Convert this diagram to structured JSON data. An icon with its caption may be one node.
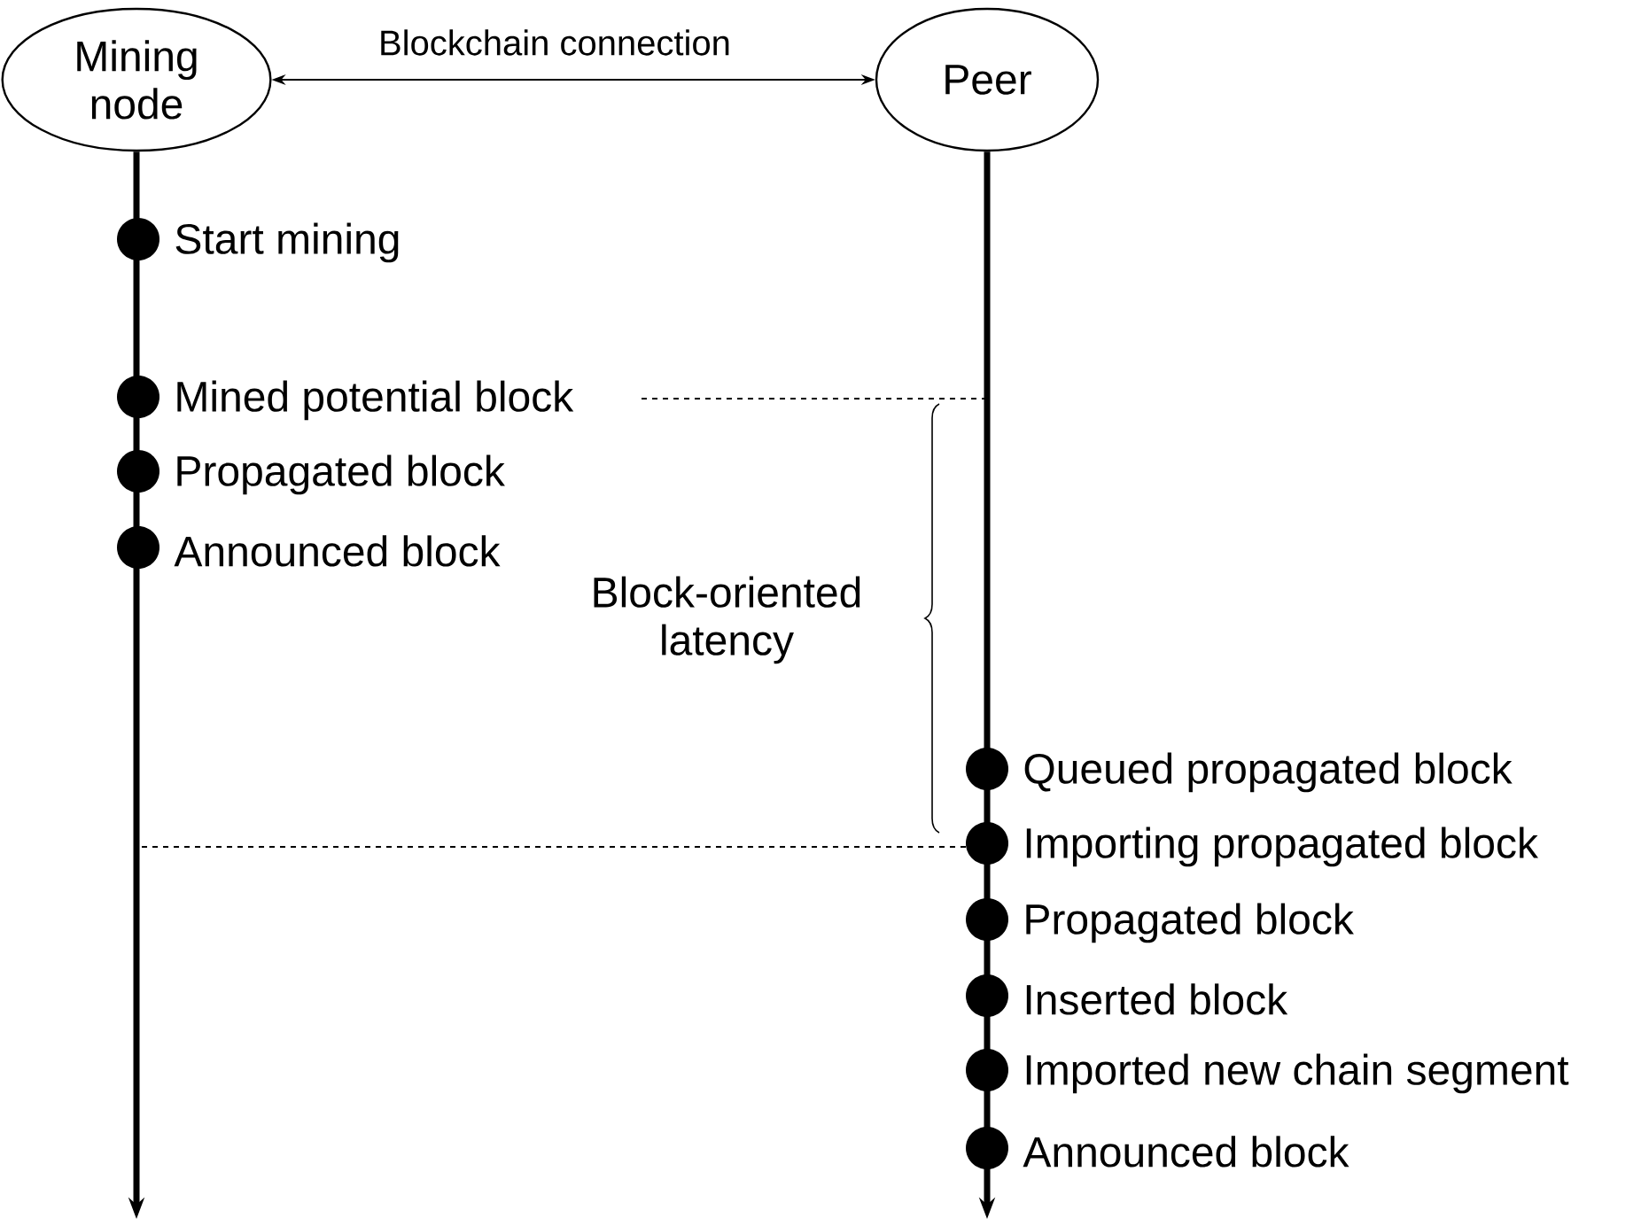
{
  "diagram": {
    "nodes": [
      {
        "text": [
          "Mining node"
        ]
      },
      {
        "text": [
          "Peer"
        ]
      }
    ],
    "edges": [
      {
        "from": 0,
        "to": 1,
        "arrow": "both",
        "label": "Blockchain connection"
      },
      {
        "from": 0,
        "to": null,
        "arrow": "to"
      },
      {
        "from": 1,
        "to": null,
        "arrow": "to"
      }
    ],
    "labels": [
      "Start mining",
      "Mined potential block",
      "Propagated block",
      "Announced block",
      "Block-oriented latency",
      "Queued propagated block",
      "Importing propagated block",
      "Propagated block",
      "Inserted block",
      "Imported new chain segment",
      "Announced block"
    ]
  }
}
